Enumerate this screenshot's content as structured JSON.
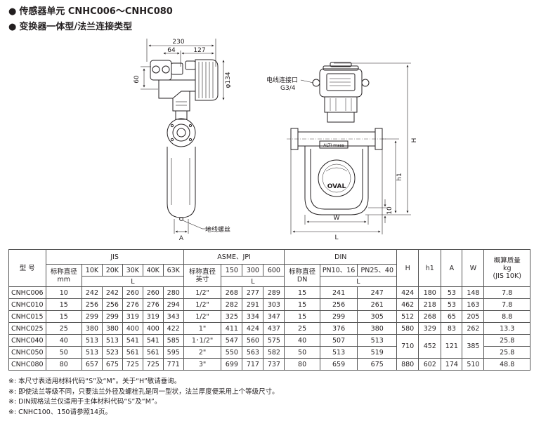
{
  "headings": {
    "h1": "传感器单元  CNHC006～CNHC080",
    "h2": "变换器一体型/法兰连接类型",
    "bullet": "●"
  },
  "drawing": {
    "dim_230": "230",
    "dim_64": "64",
    "dim_127": "127",
    "dim_60": "60",
    "dim_phi134": "φ134",
    "label_conduit": "电线连接口",
    "label_conduit_size": "G3/4",
    "label_ground": "地线螺丝",
    "dim_A": "A",
    "dim_H": "H",
    "dim_h1": "h1",
    "dim_10": "10",
    "dim_W": "W",
    "dim_L": "L",
    "logo_oval": "OVAL",
    "plate_text": "ALTI mass"
  },
  "table": {
    "col_model": "型  号",
    "col_jis": "JIS",
    "col_asme": "ASME、JPI",
    "col_din": "DIN",
    "col_nominal_mm": "标称直径",
    "col_mm_unit": "mm",
    "col_nominal_in": "标称直径",
    "col_in_unit": "英寸",
    "col_nominal_dn": "标称直径",
    "col_dn_unit": "DN",
    "jis_grades": [
      "10K",
      "20K",
      "30K",
      "40K",
      "63K"
    ],
    "asme_grades": [
      "150",
      "300",
      "600"
    ],
    "din_grades": [
      "PN10、16",
      "PN25、40"
    ],
    "col_L": "L",
    "col_H": "H",
    "col_h1": "h1",
    "col_A": "A",
    "col_W": "W",
    "col_mass_1": "概算质量",
    "col_mass_2": "kg",
    "col_mass_3": "(JIS 10K)",
    "rows": [
      {
        "model": "CNHC006",
        "jd": "10",
        "j": [
          "242",
          "242",
          "260",
          "260",
          "280"
        ],
        "ad": "1/2\"",
        "a": [
          "268",
          "277",
          "289"
        ],
        "dd": "15",
        "d": [
          "241",
          "247"
        ],
        "H": "424",
        "h1": "180",
        "A": "53",
        "W": "148",
        "m": "7.8"
      },
      {
        "model": "CNHC010",
        "jd": "15",
        "j": [
          "256",
          "256",
          "276",
          "276",
          "294"
        ],
        "ad": "1/2\"",
        "a": [
          "282",
          "291",
          "303"
        ],
        "dd": "15",
        "d": [
          "256",
          "261"
        ],
        "H": "462",
        "h1": "218",
        "A": "53",
        "W": "163",
        "m": "7.8"
      },
      {
        "model": "CNHC015",
        "jd": "15",
        "j": [
          "299",
          "299",
          "319",
          "319",
          "343"
        ],
        "ad": "1/2\"",
        "a": [
          "325",
          "334",
          "347"
        ],
        "dd": "15",
        "d": [
          "299",
          "305"
        ],
        "H": "512",
        "h1": "268",
        "A": "65",
        "W": "205",
        "m": "8.8"
      },
      {
        "model": "CNHC025",
        "jd": "25",
        "j": [
          "380",
          "380",
          "400",
          "400",
          "422"
        ],
        "ad": "1\"",
        "a": [
          "411",
          "424",
          "437"
        ],
        "dd": "25",
        "d": [
          "376",
          "380"
        ],
        "H": "580",
        "h1": "329",
        "A": "83",
        "W": "262",
        "m": "13.3"
      },
      {
        "model": "CNHC040",
        "jd": "40",
        "j": [
          "513",
          "513",
          "541",
          "541",
          "585"
        ],
        "ad": "1･1/2\"",
        "a": [
          "547",
          "560",
          "575"
        ],
        "dd": "40",
        "d": [
          "507",
          "513"
        ],
        "m": "25.8"
      },
      {
        "model": "CNHC050",
        "jd": "50",
        "j": [
          "513",
          "523",
          "561",
          "561",
          "595"
        ],
        "ad": "2\"",
        "a": [
          "550",
          "563",
          "582"
        ],
        "dd": "50",
        "d": [
          "513",
          "519"
        ],
        "m": "25.8"
      },
      {
        "model": "CNHC080",
        "jd": "80",
        "j": [
          "657",
          "675",
          "725",
          "725",
          "771"
        ],
        "ad": "3\"",
        "a": [
          "699",
          "717",
          "737"
        ],
        "dd": "80",
        "d": [
          "659",
          "675"
        ],
        "H": "880",
        "h1": "602",
        "A": "174",
        "W": "510",
        "m": "48.8"
      }
    ],
    "merged_040_050": {
      "H": "710",
      "h1": "452",
      "A": "121",
      "W": "385"
    }
  },
  "notes": [
    "※: 本尺寸表适用材料代码“S”及“M”。关于“H”敬请垂询。",
    "※: 即使法兰等级不同，只要法兰外径及螺栓孔是同一型状，法兰厚度便采用上个等级尺寸。",
    "※: DIN规格法兰仅适用于主体材料代码“S”及“M”。",
    "※: CNHC100、150请参照14页。"
  ]
}
